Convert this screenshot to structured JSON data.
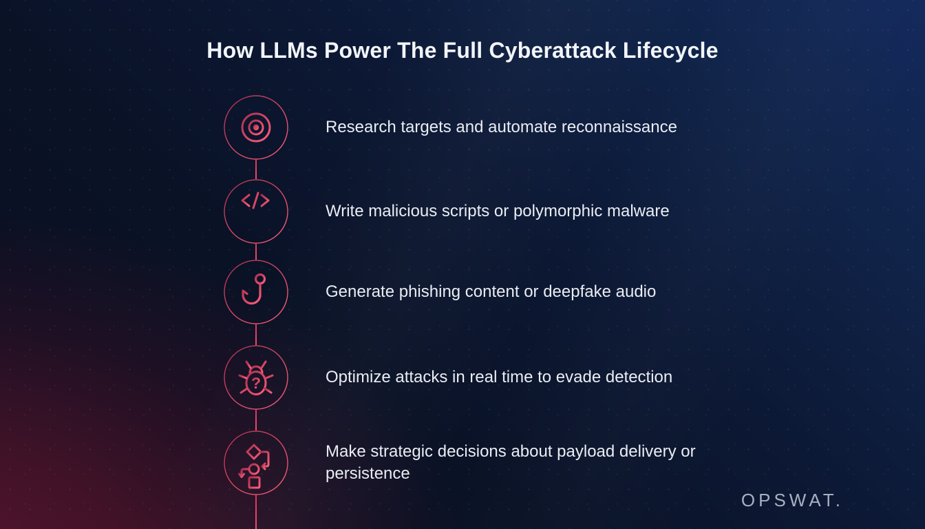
{
  "page": {
    "title": "How LLMs Power The Full Cyberattack Lifecycle",
    "brand": "OPSWAT."
  },
  "colors": {
    "background_blue_bright": "#13295c",
    "background_blue_dark": "#0a1022",
    "background_maroon": "#4a1228",
    "accent_gradient_start": "#a93050",
    "accent_gradient_end": "#ff5f7a",
    "connector_line": "#e8436a",
    "title_text": "#f2f5f9",
    "body_text": "#e9edf3",
    "brand_text": "#bdc6d4"
  },
  "steps": [
    {
      "icon": "target-icon",
      "label": "Research targets and automate reconnaissance"
    },
    {
      "icon": "code-script-icon",
      "label": "Write malicious scripts or polymorphic malware"
    },
    {
      "icon": "phishing-hook-icon",
      "label": "Generate phishing content or deepfake audio"
    },
    {
      "icon": "bug-icon",
      "label": "Optimize attacks in real time to evade detection"
    },
    {
      "icon": "decision-flow-icon",
      "label": "Make strategic decisions about payload delivery or persistence"
    }
  ]
}
